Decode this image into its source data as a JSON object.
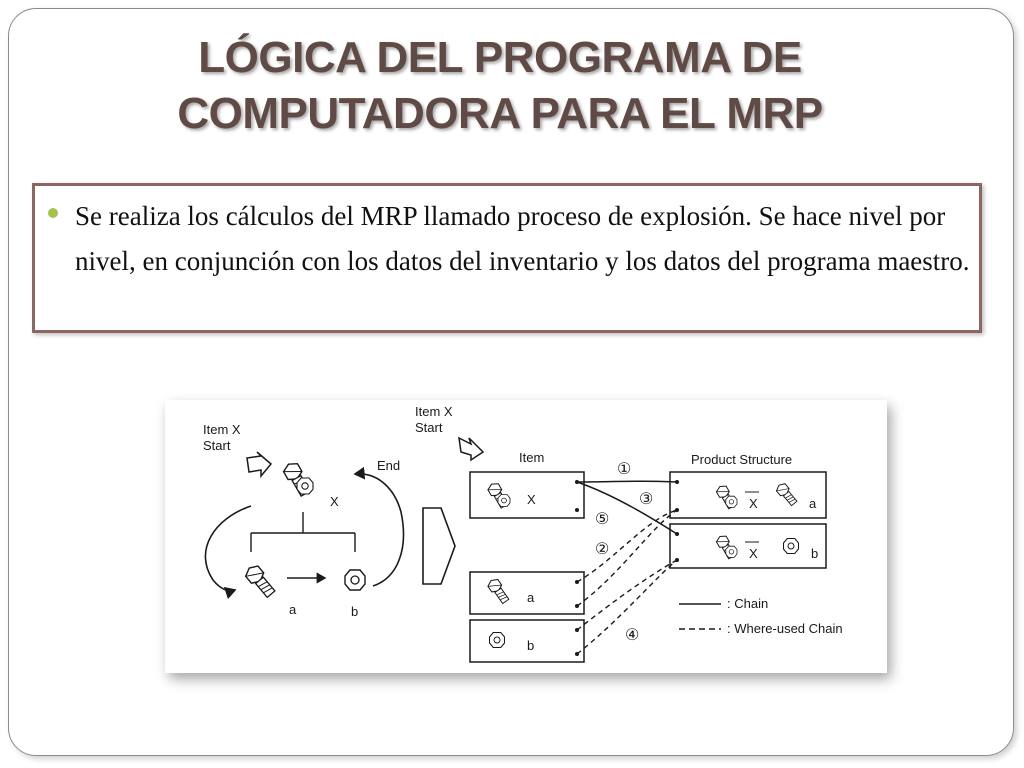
{
  "slide": {
    "title_line1": "LÓGICA DEL PROGRAMA DE",
    "title_line2": "COMPUTADORA PARA EL MRP",
    "bullet": "Se realiza los cálculos del MRP llamado proceso de explosión. Se hace nivel por nivel, en conjunción con los datos del inventario y los datos del programa maestro."
  },
  "diagram": {
    "left": {
      "start_line1": "Item X",
      "start_line2": "Start",
      "end_label": "End",
      "item_x_label": "X",
      "item_a_label": "a",
      "item_b_label": "b"
    },
    "right": {
      "start_line1": "Item X",
      "start_line2": "Start",
      "item_header": "Item",
      "product_header": "Product Structure",
      "record_x_label": "X",
      "record_a_label": "a",
      "record_b_label": "b",
      "ps1_label": "a",
      "ps1_parent": "X",
      "ps2_label": "b",
      "ps2_parent": "X",
      "step1": "①",
      "step2": "②",
      "step3": "③",
      "step4": "④",
      "step5": "⑤",
      "legend_chain": ":  Chain",
      "legend_where_used": ":  Where-used Chain"
    }
  }
}
